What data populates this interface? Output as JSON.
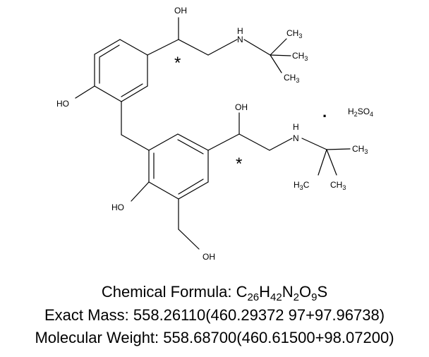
{
  "labels": {
    "oh": "OH",
    "ho": "HO",
    "nh_n": "N",
    "nh_h": "H",
    "ch": "CH",
    "h": "H",
    "c": "C",
    "three": "3",
    "star": "*",
    "dot": "·"
  },
  "salt": {
    "h": "H",
    "h2": "2",
    "so": "SO",
    "o4": "4"
  },
  "caption": {
    "formula_label": "Chemical Formula: ",
    "formula_parts": [
      {
        "text": "C",
        "sub": "26"
      },
      {
        "text": "H",
        "sub": "42"
      },
      {
        "text": "N",
        "sub": "2"
      },
      {
        "text": "O",
        "sub": "9"
      },
      {
        "text": "S",
        "sub": ""
      }
    ],
    "exact_mass": "Exact Mass: 558.26110(460.29372 97+97.96738)",
    "molecular_weight": "Molecular Weight: 558.68700(460.61500+98.07200)"
  }
}
